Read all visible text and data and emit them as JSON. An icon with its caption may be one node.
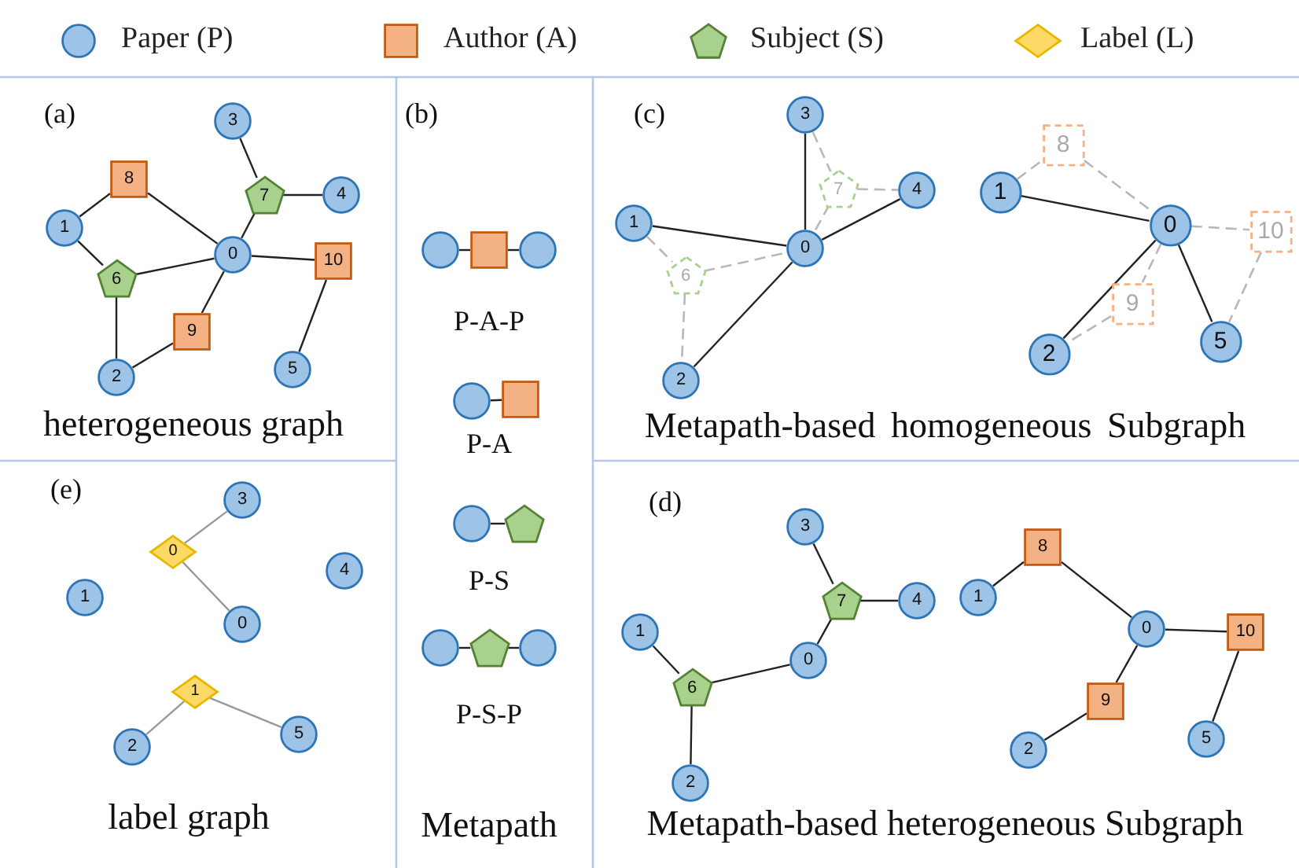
{
  "diagram": {
    "nodes": [
      {
        "text": [
          "0"
        ]
      },
      {
        "text": [
          "1"
        ]
      },
      {
        "text": [
          "2"
        ]
      },
      {
        "text": [
          "3"
        ]
      },
      {
        "text": [
          "4"
        ]
      },
      {
        "text": [
          "5"
        ]
      },
      {
        "text": [
          "6"
        ]
      },
      {
        "text": [
          "7"
        ]
      },
      {
        "text": [
          "8"
        ]
      },
      {
        "text": [
          "9"
        ]
      },
      {
        "text": [
          "10"
        ]
      },
      {
        "text": [],
        "shape": "circle"
      },
      {
        "text": [],
        "shape": "square"
      },
      {
        "text": [],
        "shape": "circle"
      },
      {
        "text": [],
        "shape": "circle"
      },
      {
        "text": [],
        "shape": "square"
      },
      {
        "text": [],
        "shape": "circle"
      },
      {
        "text": [],
        "shape": "pentagon"
      },
      {
        "text": [],
        "shape": "circle"
      },
      {
        "text": [],
        "shape": "pentagon"
      },
      {
        "text": [],
        "shape": "circle"
      },
      {
        "text": [
          "0"
        ]
      },
      {
        "text": [
          "1"
        ]
      },
      {
        "text": [
          "2"
        ]
      },
      {
        "text": [
          "3"
        ]
      },
      {
        "text": [
          "4"
        ]
      },
      {
        "text": [
          "6"
        ]
      },
      {
        "text": [
          "7"
        ]
      },
      {
        "text": [
          "0"
        ]
      },
      {
        "text": [
          "1"
        ]
      },
      {
        "text": [
          "2"
        ]
      },
      {
        "text": [
          "5"
        ]
      },
      {
        "text": [
          "8"
        ]
      },
      {
        "text": [
          "9"
        ]
      },
      {
        "text": [
          "10"
        ]
      },
      {
        "text": [
          "0"
        ]
      },
      {
        "text": [
          "0"
        ]
      },
      {
        "text": [
          "1"
        ]
      },
      {
        "text": [
          "2"
        ]
      },
      {
        "text": [
          "3"
        ]
      },
      {
        "text": [
          "4"
        ]
      },
      {
        "text": [
          "5"
        ]
      },
      {
        "text": [
          "1"
        ]
      },
      {
        "text": [
          "0"
        ]
      },
      {
        "text": [
          "1"
        ]
      },
      {
        "text": [
          "2"
        ]
      },
      {
        "text": [
          "3"
        ]
      },
      {
        "text": [
          "4"
        ]
      },
      {
        "text": [
          "6"
        ]
      },
      {
        "text": [
          "7"
        ]
      },
      {
        "text": [
          "0"
        ]
      },
      {
        "text": [
          "1"
        ]
      },
      {
        "text": [
          "2"
        ]
      },
      {
        "text": [
          "5"
        ]
      },
      {
        "text": [
          "8"
        ]
      },
      {
        "text": [
          "9"
        ]
      },
      {
        "text": [
          "10"
        ]
      }
    ],
    "edges": [
      {
        "from": 1,
        "to": 8,
        "arrow": "none"
      },
      {
        "from": 8,
        "to": 0,
        "arrow": "none"
      },
      {
        "from": 1,
        "to": 6,
        "arrow": "none"
      },
      {
        "from": 6,
        "to": 0,
        "arrow": "none"
      },
      {
        "from": 6,
        "to": 2,
        "arrow": "none"
      },
      {
        "from": 2,
        "to": 9,
        "arrow": "none"
      },
      {
        "from": 9,
        "to": 0,
        "arrow": "none"
      },
      {
        "from": 3,
        "to": 7,
        "arrow": "none"
      },
      {
        "from": 7,
        "to": 4,
        "arrow": "none"
      },
      {
        "from": 7,
        "to": 0,
        "arrow": "none"
      },
      {
        "from": 0,
        "to": 10,
        "arrow": "none"
      },
      {
        "from": 10,
        "to": 5,
        "arrow": "none"
      },
      {
        "from": 11,
        "to": 12,
        "arrow": "none"
      },
      {
        "from": 12,
        "to": 13,
        "arrow": "none"
      },
      {
        "from": 14,
        "to": 15,
        "arrow": "none"
      },
      {
        "from": 16,
        "to": 17,
        "arrow": "none"
      },
      {
        "from": 18,
        "to": 19,
        "arrow": "none"
      },
      {
        "from": 19,
        "to": 20,
        "arrow": "none"
      },
      {
        "from": 22,
        "to": 21,
        "arrow": "none"
      },
      {
        "from": 24,
        "to": 21,
        "arrow": "none"
      },
      {
        "from": 25,
        "to": 21,
        "arrow": "none"
      },
      {
        "from": 23,
        "to": 21,
        "arrow": "none"
      },
      {
        "from": 22,
        "to": 26,
        "arrow": "none",
        "style": "dashed",
        "color": "#b8b8b8"
      },
      {
        "from": 26,
        "to": 21,
        "arrow": "none",
        "style": "dashed",
        "color": "#b8b8b8"
      },
      {
        "from": 26,
        "to": 23,
        "arrow": "none",
        "style": "dashed",
        "color": "#b8b8b8"
      },
      {
        "from": 24,
        "to": 27,
        "arrow": "none",
        "style": "dashed",
        "color": "#b8b8b8"
      },
      {
        "from": 27,
        "to": 25,
        "arrow": "none",
        "style": "dashed",
        "color": "#b8b8b8"
      },
      {
        "from": 27,
        "to": 21,
        "arrow": "none",
        "style": "dashed",
        "color": "#b8b8b8"
      },
      {
        "from": 29,
        "to": 28,
        "arrow": "none"
      },
      {
        "from": 30,
        "to": 28,
        "arrow": "none"
      },
      {
        "from": 31,
        "to": 28,
        "arrow": "none"
      },
      {
        "from": 29,
        "to": 32,
        "arrow": "none",
        "style": "dashed",
        "color": "#b8b8b8"
      },
      {
        "from": 32,
        "to": 28,
        "arrow": "none",
        "style": "dashed",
        "color": "#b8b8b8"
      },
      {
        "from": 28,
        "to": 34,
        "arrow": "none",
        "style": "dashed",
        "color": "#b8b8b8"
      },
      {
        "from": 34,
        "to": 31,
        "arrow": "none",
        "style": "dashed",
        "color": "#b8b8b8"
      },
      {
        "from": 28,
        "to": 33,
        "arrow": "none",
        "style": "dashed",
        "color": "#b8b8b8"
      },
      {
        "from": 33,
        "to": 30,
        "arrow": "none",
        "style": "dashed",
        "color": "#b8b8b8"
      },
      {
        "from": 35,
        "to": 39,
        "arrow": "none",
        "color": "#999999"
      },
      {
        "from": 35,
        "to": 36,
        "arrow": "none",
        "color": "#999999"
      },
      {
        "from": 42,
        "to": 38,
        "arrow": "none",
        "color": "#999999"
      },
      {
        "from": 42,
        "to": 41,
        "arrow": "none",
        "color": "#999999"
      },
      {
        "from": 46,
        "to": 49,
        "arrow": "none"
      },
      {
        "from": 49,
        "to": 47,
        "arrow": "none"
      },
      {
        "from": 49,
        "to": 43,
        "arrow": "none"
      },
      {
        "from": 44,
        "to": 48,
        "arrow": "none"
      },
      {
        "from": 48,
        "to": 43,
        "arrow": "none"
      },
      {
        "from": 48,
        "to": 45,
        "arrow": "none"
      },
      {
        "from": 51,
        "to": 54,
        "arrow": "none"
      },
      {
        "from": 54,
        "to": 50,
        "arrow": "none"
      },
      {
        "from": 50,
        "to": 56,
        "arrow": "none"
      },
      {
        "from": 56,
        "to": 53,
        "arrow": "none"
      },
      {
        "from": 50,
        "to": 55,
        "arrow": "none"
      },
      {
        "from": 55,
        "to": 52,
        "arrow": "none"
      }
    ],
    "labels": [
      "(a)",
      "heterogeneous graph",
      "(b)",
      "P-A-P",
      "P-A",
      "P-S",
      "P-S-P",
      "Metapath",
      "(c)",
      "Metapath-based homogeneous Subgraph",
      "(e)",
      "label graph",
      "(d)",
      "Metapath-based heterogeneous Subgraph"
    ],
    "legend": [
      {
        "text": "Paper (P)"
      },
      {
        "text": "Author (A)"
      },
      {
        "text": "Subject (S)"
      },
      {
        "text": "Label (L)"
      }
    ]
  }
}
